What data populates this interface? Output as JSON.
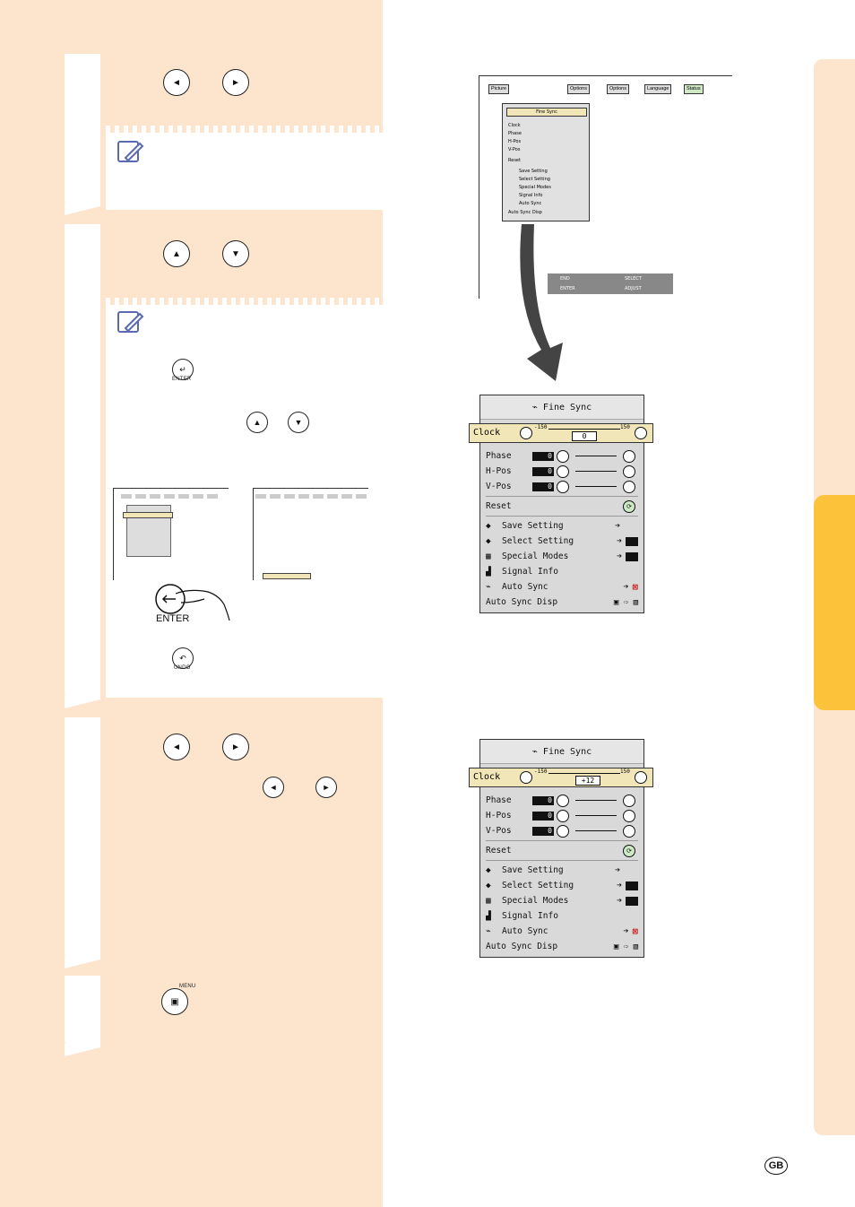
{
  "buttons": {
    "left": "◄",
    "right": "►",
    "up": "▲",
    "down": "▼",
    "enter_label": "ENTER",
    "undo_label": "UNDO",
    "menu_label": "MENU"
  },
  "page_badge": "GB",
  "top_menu": {
    "tabs": [
      "Picture",
      "Options",
      "Options",
      "Language",
      "Status"
    ],
    "title": "Fine Sync",
    "rows": [
      "Clock",
      "Phase",
      "H-Pos",
      "V-Pos",
      "Reset",
      "Save Setting",
      "Select Setting",
      "Special Modes",
      "Signal Info",
      "Auto Sync",
      "Auto Sync Disp"
    ],
    "guide": {
      "end": "END",
      "enter": "ENTER",
      "select": "SELECT",
      "adjust": "ADJUST"
    }
  },
  "menu_a": {
    "title": "Fine Sync",
    "clock_label": "Clock",
    "clock_min": "-150",
    "clock_max": "150",
    "clock_value": "0",
    "rows": [
      {
        "label": "Phase",
        "value": "0"
      },
      {
        "label": "H-Pos",
        "value": "0"
      },
      {
        "label": "V-Pos",
        "value": "0"
      }
    ],
    "reset": "Reset",
    "items": [
      "Save Setting",
      "Select Setting",
      "Special Modes",
      "Signal Info",
      "Auto Sync",
      "Auto Sync Disp"
    ]
  },
  "menu_b": {
    "title": "Fine Sync",
    "clock_label": "Clock",
    "clock_min": "-150",
    "clock_max": "150",
    "clock_value": "+12",
    "rows": [
      {
        "label": "Phase",
        "value": "0"
      },
      {
        "label": "H-Pos",
        "value": "0"
      },
      {
        "label": "V-Pos",
        "value": "0"
      }
    ],
    "reset": "Reset",
    "items": [
      "Save Setting",
      "Select Setting",
      "Special Modes",
      "Signal Info",
      "Auto Sync",
      "Auto Sync Disp"
    ]
  },
  "enter_hand_label": "ENTER"
}
